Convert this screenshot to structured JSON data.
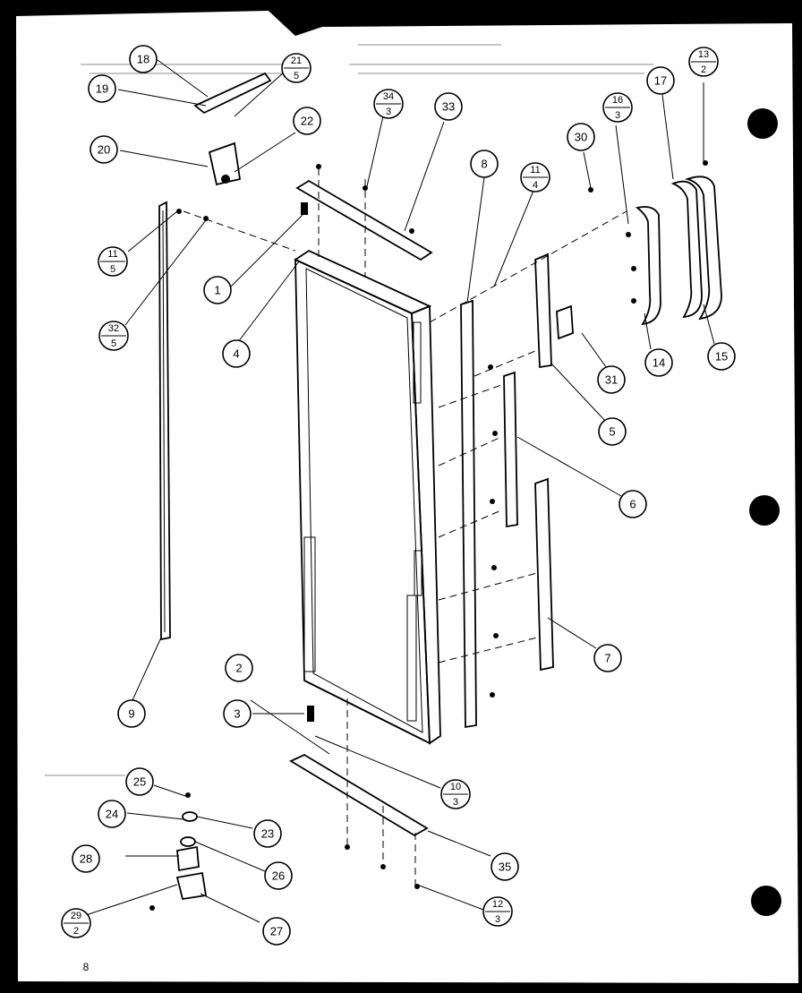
{
  "callouts": [
    {
      "id": "1",
      "label": "1"
    },
    {
      "id": "2",
      "label": "2"
    },
    {
      "id": "3",
      "label": "3"
    },
    {
      "id": "4",
      "label": "4"
    },
    {
      "id": "5",
      "label": "5"
    },
    {
      "id": "6",
      "label": "6"
    },
    {
      "id": "7",
      "label": "7"
    },
    {
      "id": "8",
      "label": "8"
    },
    {
      "id": "9",
      "label": "9"
    },
    {
      "id": "14",
      "label": "14"
    },
    {
      "id": "15",
      "label": "15"
    },
    {
      "id": "17",
      "label": "17"
    },
    {
      "id": "18",
      "label": "18"
    },
    {
      "id": "19",
      "label": "19"
    },
    {
      "id": "20",
      "label": "20"
    },
    {
      "id": "22",
      "label": "22"
    },
    {
      "id": "23",
      "label": "23"
    },
    {
      "id": "24",
      "label": "24"
    },
    {
      "id": "25",
      "label": "25"
    },
    {
      "id": "26",
      "label": "26"
    },
    {
      "id": "27",
      "label": "27"
    },
    {
      "id": "28",
      "label": "28"
    },
    {
      "id": "30",
      "label": "30"
    },
    {
      "id": "31",
      "label": "31"
    },
    {
      "id": "33",
      "label": "33"
    },
    {
      "id": "35",
      "label": "35"
    }
  ],
  "fraction_callouts": [
    {
      "id": "21-5",
      "num": "21",
      "den": "5"
    },
    {
      "id": "34-3",
      "num": "34",
      "den": "3"
    },
    {
      "id": "13-2",
      "num": "13",
      "den": "2"
    },
    {
      "id": "16-3",
      "num": "16",
      "den": "3"
    },
    {
      "id": "11-4",
      "num": "11",
      "den": "4"
    },
    {
      "id": "11-5",
      "num": "11",
      "den": "5"
    },
    {
      "id": "32-5",
      "num": "32",
      "den": "5"
    },
    {
      "id": "10-3",
      "num": "10",
      "den": "3"
    },
    {
      "id": "29-2",
      "num": "29",
      "den": "2"
    },
    {
      "id": "12-3",
      "num": "12",
      "den": "3"
    }
  ],
  "page_number": "8"
}
